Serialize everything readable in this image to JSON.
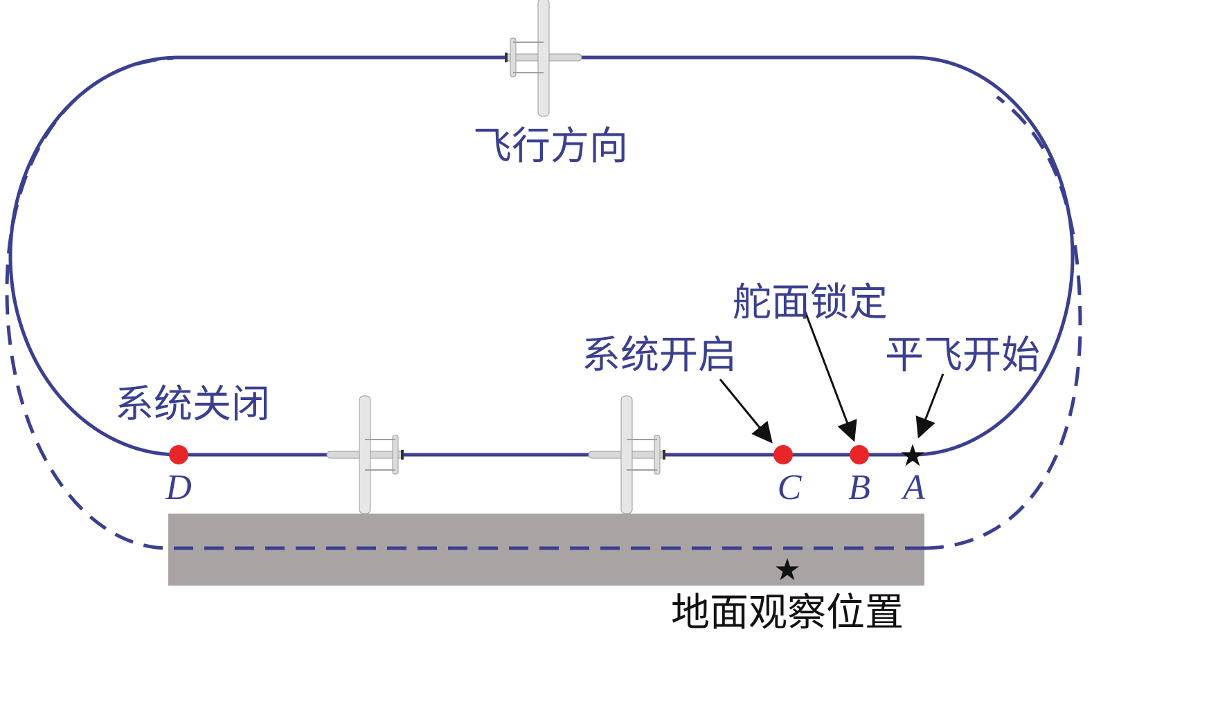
{
  "labels": {
    "flight_direction": "飞行方向",
    "rudder_lock": "舵面锁定",
    "system_on": "系统开启",
    "level_flight_start": "平飞开始",
    "system_off": "系统关闭",
    "ground_observation": "地面观察位置"
  },
  "points": {
    "A": "A",
    "B": "B",
    "C": "C",
    "D": "D"
  },
  "colors": {
    "path": "#3a3f8f",
    "point": "#e8262a",
    "runway": "#aaa3a3",
    "marker": "#111111"
  }
}
